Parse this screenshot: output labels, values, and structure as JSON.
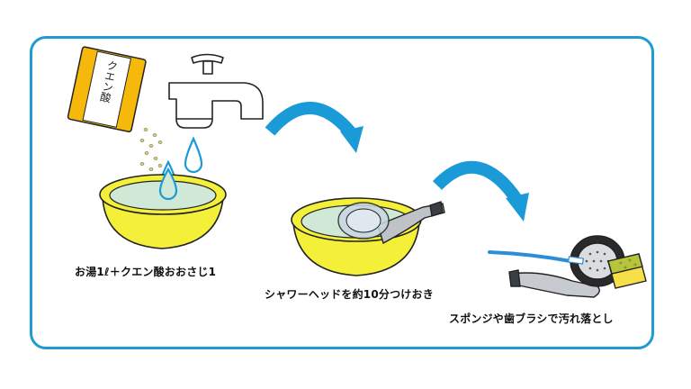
{
  "steps": [
    {
      "caption": "お湯1ℓ＋クエン酸おおさじ1"
    },
    {
      "caption": "シャワーヘッドを約10分つけおき"
    },
    {
      "caption": "スポンジや歯ブラシで汚れ落とし"
    }
  ],
  "package_label": "クエン酸",
  "colors": {
    "frame": "#1f9ad3",
    "arrow": "#1a9ad6",
    "bowl": "#f4f03a",
    "water": "#cfe9d6",
    "package": "#f5b80b",
    "sponge": "#b8c43a",
    "toothbrush": "#2b8fd8"
  }
}
